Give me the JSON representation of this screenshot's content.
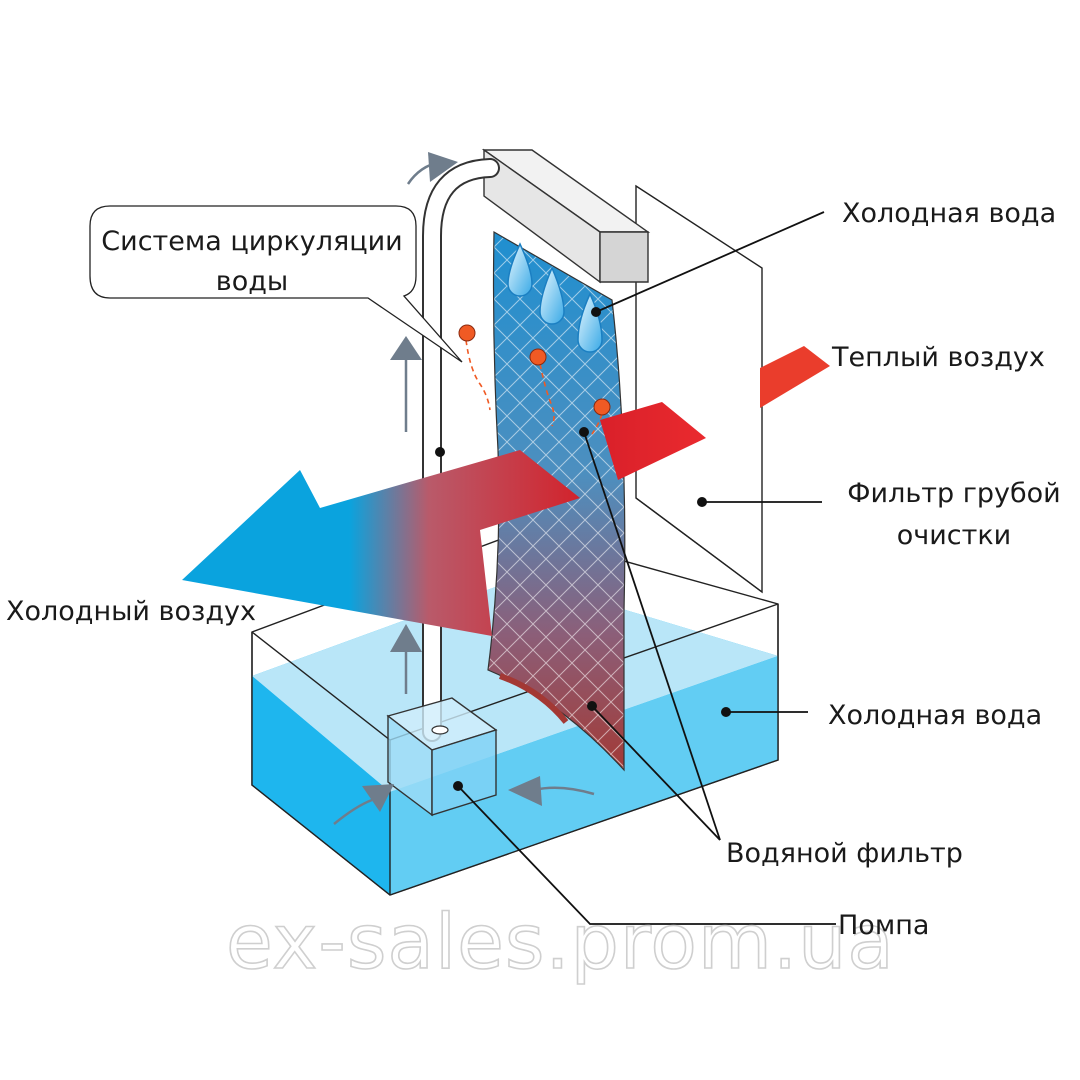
{
  "labels": {
    "circulation_line1": "Система циркуляции",
    "circulation_line2": "воды",
    "cold_water_top": "Холодная вода",
    "warm_air": "Теплый воздух",
    "coarse_filter_line1": "Фильтр грубой",
    "coarse_filter_line2": "очистки",
    "cold_air": "Холодный воздух",
    "cold_water_bottom": "Холодная вода",
    "water_filter": "Водяной фильтр",
    "pump": "Помпа"
  },
  "watermark": "ex-sales.prom.ua",
  "colors": {
    "cold_blue": "#0aa3de",
    "warm_red": "#e8242a",
    "water_light": "#b9e6f8",
    "water_deep": "#29bdf0",
    "arrow_gray": "#6f7d8c",
    "droplet_orange": "#f05a24"
  }
}
